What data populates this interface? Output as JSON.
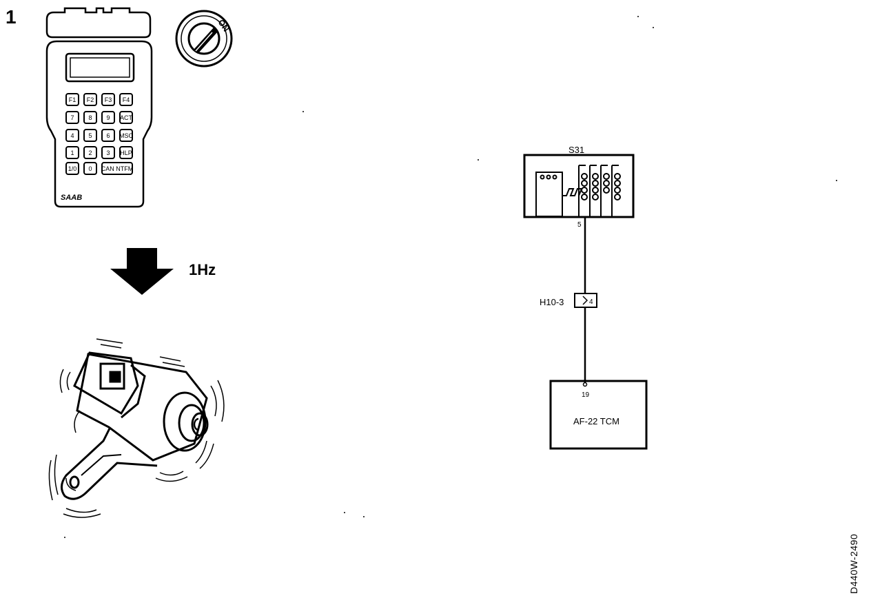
{
  "step": {
    "number": "1"
  },
  "tester": {
    "brand": "SAAB",
    "keys": [
      [
        "F1",
        "F2",
        "F3",
        "F4"
      ],
      [
        "7",
        "8",
        "9",
        "ACT"
      ],
      [
        "4",
        "5",
        "6",
        "MSC"
      ],
      [
        "1",
        "2",
        "3",
        "HLP"
      ],
      [
        "1/0",
        "0",
        "CAN NTFM"
      ]
    ]
  },
  "ignition": {
    "label": "ON"
  },
  "signal": {
    "frequency": "1Hz"
  },
  "circuit": {
    "switch_unit": {
      "label": "S31",
      "pin": "5"
    },
    "connector": {
      "label": "H10-3",
      "pin": "4"
    },
    "control_unit": {
      "label": "AF-22 TCM",
      "pin": "19"
    }
  },
  "reference": "D440W-2490"
}
